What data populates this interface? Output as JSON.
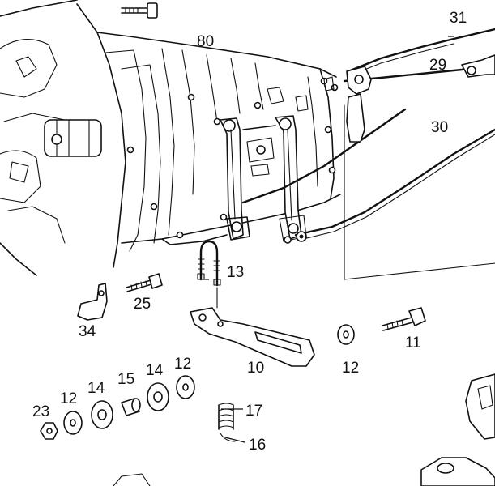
{
  "callouts": {
    "c80": "80",
    "c31": "31",
    "c29": "29",
    "c30": "30",
    "c13": "13",
    "c25": "25",
    "c34": "34",
    "c10": "10",
    "c12a": "12",
    "c11": "11",
    "c12b": "12",
    "c12c": "12",
    "c14a": "14",
    "c14b": "14",
    "c15": "15",
    "c23": "23",
    "c17": "17",
    "c16": "16"
  }
}
